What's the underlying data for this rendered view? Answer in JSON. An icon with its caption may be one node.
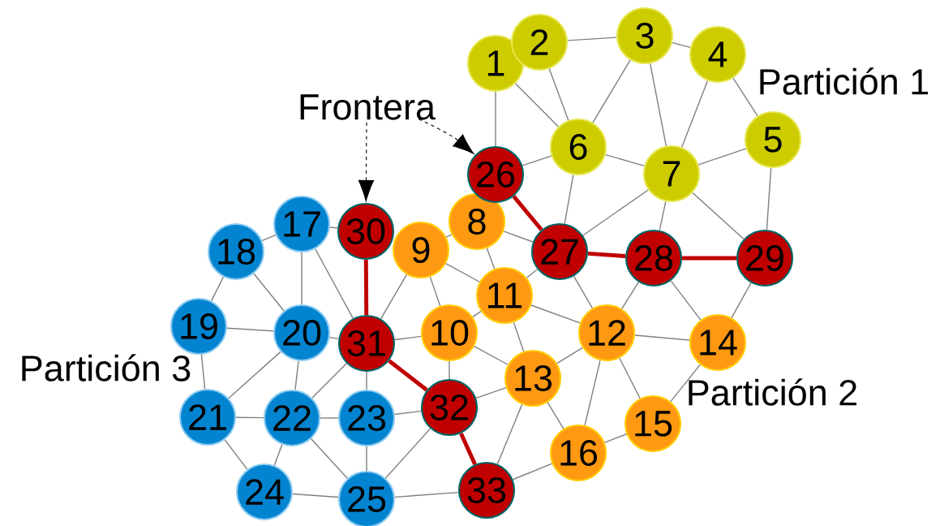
{
  "diagram": {
    "nodes": [
      {
        "text": [
          "1"
        ]
      },
      {
        "text": [
          "2"
        ]
      },
      {
        "text": [
          "3"
        ]
      },
      {
        "text": [
          "4"
        ]
      },
      {
        "text": [
          "5"
        ]
      },
      {
        "text": [
          "6"
        ]
      },
      {
        "text": [
          "7"
        ]
      },
      {
        "text": [
          "8"
        ]
      },
      {
        "text": [
          "9"
        ]
      },
      {
        "text": [
          "10"
        ]
      },
      {
        "text": [
          "11"
        ]
      },
      {
        "text": [
          "12"
        ]
      },
      {
        "text": [
          "13"
        ]
      },
      {
        "text": [
          "14"
        ]
      },
      {
        "text": [
          "15"
        ]
      },
      {
        "text": [
          "16"
        ]
      },
      {
        "text": [
          "17"
        ]
      },
      {
        "text": [
          "18"
        ]
      },
      {
        "text": [
          "19"
        ]
      },
      {
        "text": [
          "20"
        ]
      },
      {
        "text": [
          "21"
        ]
      },
      {
        "text": [
          "22"
        ]
      },
      {
        "text": [
          "23"
        ]
      },
      {
        "text": [
          "24"
        ]
      },
      {
        "text": [
          "25"
        ]
      },
      {
        "text": [
          "26"
        ]
      },
      {
        "text": [
          "27"
        ]
      },
      {
        "text": [
          "28"
        ]
      },
      {
        "text": [
          "29"
        ]
      },
      {
        "text": [
          "30"
        ]
      },
      {
        "text": [
          "31"
        ]
      },
      {
        "text": [
          "32"
        ]
      },
      {
        "text": [
          "33"
        ]
      },
      {
        "text": [
          "Frontera"
        ]
      }
    ],
    "edges": [
      {
        "from": 0,
        "to": 5,
        "arrow": "none"
      },
      {
        "from": 0,
        "to": 25,
        "arrow": "none"
      },
      {
        "from": 1,
        "to": 2,
        "arrow": "none"
      },
      {
        "from": 1,
        "to": 5,
        "arrow": "none"
      },
      {
        "from": 2,
        "to": 3,
        "arrow": "none"
      },
      {
        "from": 2,
        "to": 5,
        "arrow": "none"
      },
      {
        "from": 2,
        "to": 6,
        "arrow": "none"
      },
      {
        "from": 3,
        "to": 6,
        "arrow": "none"
      },
      {
        "from": 3,
        "to": 4,
        "arrow": "none"
      },
      {
        "from": 4,
        "to": 6,
        "arrow": "none"
      },
      {
        "from": 4,
        "to": 28,
        "arrow": "none"
      },
      {
        "from": 5,
        "to": 25,
        "arrow": "none"
      },
      {
        "from": 5,
        "to": 6,
        "arrow": "none"
      },
      {
        "from": 5,
        "to": 26,
        "arrow": "none"
      },
      {
        "from": 6,
        "to": 26,
        "arrow": "none"
      },
      {
        "from": 6,
        "to": 27,
        "arrow": "none"
      },
      {
        "from": 6,
        "to": 28,
        "arrow": "none"
      },
      {
        "from": 25,
        "to": 26,
        "arrow": "none",
        "style": "thick",
        "color": "#c00000"
      },
      {
        "from": 26,
        "to": 27,
        "arrow": "none",
        "style": "thick",
        "color": "#c00000"
      },
      {
        "from": 27,
        "to": 28,
        "arrow": "none",
        "style": "thick",
        "color": "#c00000"
      },
      {
        "from": 7,
        "to": 26,
        "arrow": "none"
      },
      {
        "from": 7,
        "to": 8,
        "arrow": "none"
      },
      {
        "from": 7,
        "to": 10,
        "arrow": "none"
      },
      {
        "from": 8,
        "to": 10,
        "arrow": "none"
      },
      {
        "from": 8,
        "to": 9,
        "arrow": "none"
      },
      {
        "from": 8,
        "to": 30,
        "arrow": "none"
      },
      {
        "from": 10,
        "to": 26,
        "arrow": "none"
      },
      {
        "from": 10,
        "to": 9,
        "arrow": "none"
      },
      {
        "from": 10,
        "to": 12,
        "arrow": "none"
      },
      {
        "from": 10,
        "to": 11,
        "arrow": "none"
      },
      {
        "from": 26,
        "to": 11,
        "arrow": "none"
      },
      {
        "from": 27,
        "to": 11,
        "arrow": "none"
      },
      {
        "from": 27,
        "to": 13,
        "arrow": "none"
      },
      {
        "from": 28,
        "to": 13,
        "arrow": "none"
      },
      {
        "from": 11,
        "to": 13,
        "arrow": "none"
      },
      {
        "from": 11,
        "to": 12,
        "arrow": "none"
      },
      {
        "from": 11,
        "to": 15,
        "arrow": "none"
      },
      {
        "from": 11,
        "to": 14,
        "arrow": "none"
      },
      {
        "from": 13,
        "to": 14,
        "arrow": "none"
      },
      {
        "from": 14,
        "to": 15,
        "arrow": "none"
      },
      {
        "from": 15,
        "to": 12,
        "arrow": "none"
      },
      {
        "from": 15,
        "to": 32,
        "arrow": "none"
      },
      {
        "from": 12,
        "to": 32,
        "arrow": "none"
      },
      {
        "from": 12,
        "to": 31,
        "arrow": "none"
      },
      {
        "from": 12,
        "to": 9,
        "arrow": "none"
      },
      {
        "from": 9,
        "to": 30,
        "arrow": "none"
      },
      {
        "from": 9,
        "to": 31,
        "arrow": "none"
      },
      {
        "from": 31,
        "to": 30,
        "arrow": "none",
        "style": "thick",
        "color": "#c00000"
      },
      {
        "from": 31,
        "to": 32,
        "arrow": "none",
        "style": "thick",
        "color": "#c00000"
      },
      {
        "from": 29,
        "to": 30,
        "arrow": "none",
        "style": "thick",
        "color": "#c00000"
      },
      {
        "from": 29,
        "to": 16,
        "arrow": "none"
      },
      {
        "from": 16,
        "to": 17,
        "arrow": "none"
      },
      {
        "from": 16,
        "to": 19,
        "arrow": "none"
      },
      {
        "from": 16,
        "to": 30,
        "arrow": "none"
      },
      {
        "from": 17,
        "to": 18,
        "arrow": "none"
      },
      {
        "from": 17,
        "to": 19,
        "arrow": "none"
      },
      {
        "from": 18,
        "to": 19,
        "arrow": "none"
      },
      {
        "from": 18,
        "to": 20,
        "arrow": "none"
      },
      {
        "from": 19,
        "to": 30,
        "arrow": "none"
      },
      {
        "from": 19,
        "to": 20,
        "arrow": "none"
      },
      {
        "from": 19,
        "to": 21,
        "arrow": "none"
      },
      {
        "from": 30,
        "to": 21,
        "arrow": "none"
      },
      {
        "from": 30,
        "to": 22,
        "arrow": "none"
      },
      {
        "from": 20,
        "to": 21,
        "arrow": "none"
      },
      {
        "from": 20,
        "to": 23,
        "arrow": "none"
      },
      {
        "from": 21,
        "to": 22,
        "arrow": "none"
      },
      {
        "from": 21,
        "to": 23,
        "arrow": "none"
      },
      {
        "from": 21,
        "to": 24,
        "arrow": "none"
      },
      {
        "from": 22,
        "to": 31,
        "arrow": "none"
      },
      {
        "from": 22,
        "to": 24,
        "arrow": "none"
      },
      {
        "from": 23,
        "to": 24,
        "arrow": "none"
      },
      {
        "from": 24,
        "to": 31,
        "arrow": "none"
      },
      {
        "from": 24,
        "to": 32,
        "arrow": "none"
      },
      {
        "from": 33,
        "to": 29,
        "arrow": "to",
        "style": "dashed",
        "color": "#000000"
      },
      {
        "from": 33,
        "to": 25,
        "arrow": "to",
        "style": "dashed",
        "color": "#000000"
      }
    ],
    "labels": [
      "Partición 1",
      "Partición 2",
      "Partición 3"
    ]
  }
}
